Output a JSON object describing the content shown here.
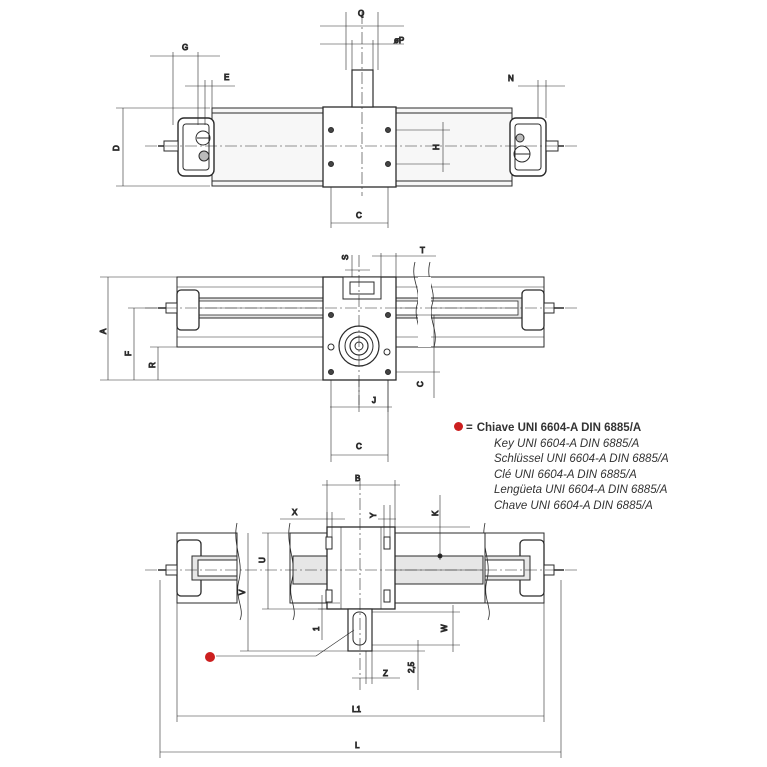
{
  "dimension_labels": {
    "Q": "Q",
    "oP": "øP",
    "G": "G",
    "E": "E",
    "N": "N",
    "D": "D",
    "H": "H",
    "C1": "C",
    "S": "S",
    "T": "T",
    "A": "A",
    "F": "F",
    "R": "R",
    "C2": "C",
    "J": "J",
    "C3": "C",
    "B": "B",
    "X": "X",
    "Y": "Y",
    "K": "K",
    "U": "U",
    "V": "V",
    "one": "1",
    "W": "W",
    "Z": "Z",
    "two_five": "2,5",
    "L1": "L1",
    "L": "L"
  },
  "legend": {
    "equals": "=",
    "lines": [
      "Chiave UNI 6604-A DIN 6885/A",
      "Key UNI 6604-A DIN 6885/A",
      "Schlüssel UNI 6604-A DIN 6885/A",
      "Clé UNI 6604-A  DIN 6885/A",
      "Lengüeta UNI 6604-A DIN 6885/A",
      "Chave UNI 6604-A DIN 6885/A"
    ]
  },
  "colors": {
    "line": "#2b2b2b",
    "marker": "#cc1f1f",
    "grey_fill": "#e6e6e6"
  }
}
